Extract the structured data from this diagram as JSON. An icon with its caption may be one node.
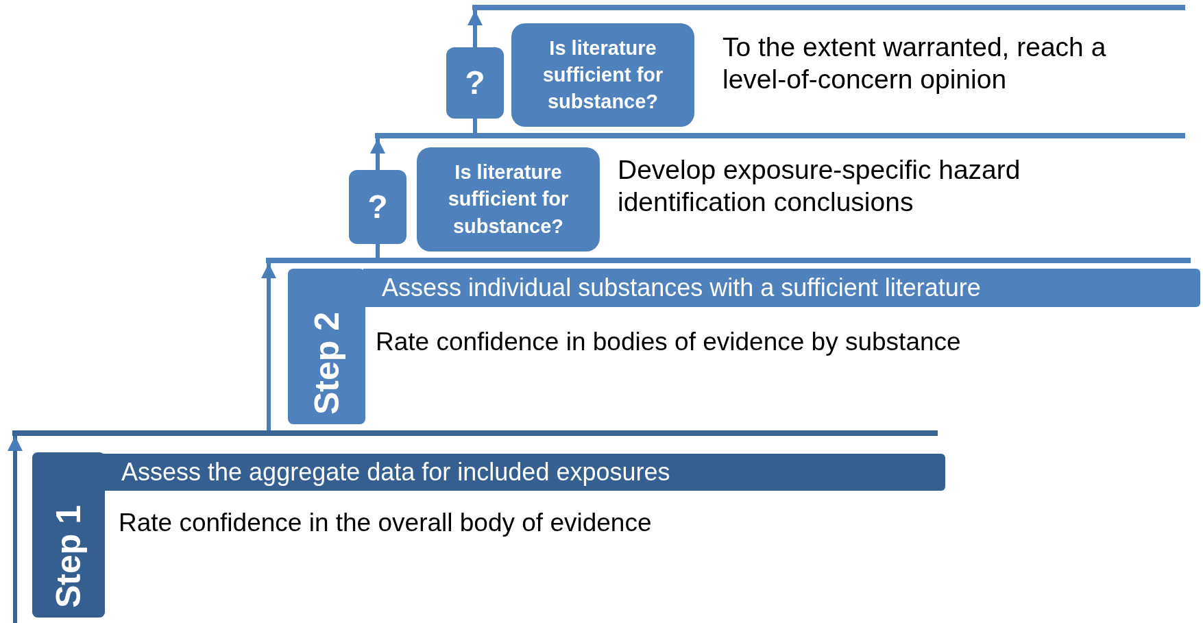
{
  "diagram": {
    "nodes": [
      {
        "text": [
          "Step 1"
        ]
      },
      {
        "text": [
          "Assess the aggregate data for included exposures"
        ]
      },
      {
        "text": [
          "Step 2"
        ]
      },
      {
        "text": [
          "Assess individual substances with a sufficient literature"
        ]
      },
      {
        "text": [
          "?"
        ]
      },
      {
        "text": [
          "Is literature sufficient for substance?"
        ]
      },
      {
        "text": [
          "?"
        ]
      },
      {
        "text": [
          "Is literature sufficient for substance?"
        ]
      },
      {
        "text": [],
        "shape": "bar"
      },
      {
        "text": [],
        "shape": "bar"
      },
      {
        "text": [],
        "shape": "bar"
      },
      {
        "text": [],
        "shape": "bar"
      }
    ],
    "edges": [
      {
        "from": null,
        "to": 11,
        "arrow": "to"
      },
      {
        "from": 11,
        "to": 10,
        "arrow": "to"
      },
      {
        "from": 10,
        "to": 4,
        "arrow": "none"
      },
      {
        "from": 4,
        "to": 9,
        "arrow": "to"
      },
      {
        "from": 9,
        "to": 6,
        "arrow": "none"
      },
      {
        "from": 6,
        "to": 8,
        "arrow": "to"
      }
    ],
    "labels": [
      "To the extent warranted, reach a level-of-concern opinion",
      "Develop exposure-specific hazard identification conclusions",
      "Rate confidence in bodies of evidence by substance",
      "Rate confidence in the overall body of evidence"
    ]
  }
}
